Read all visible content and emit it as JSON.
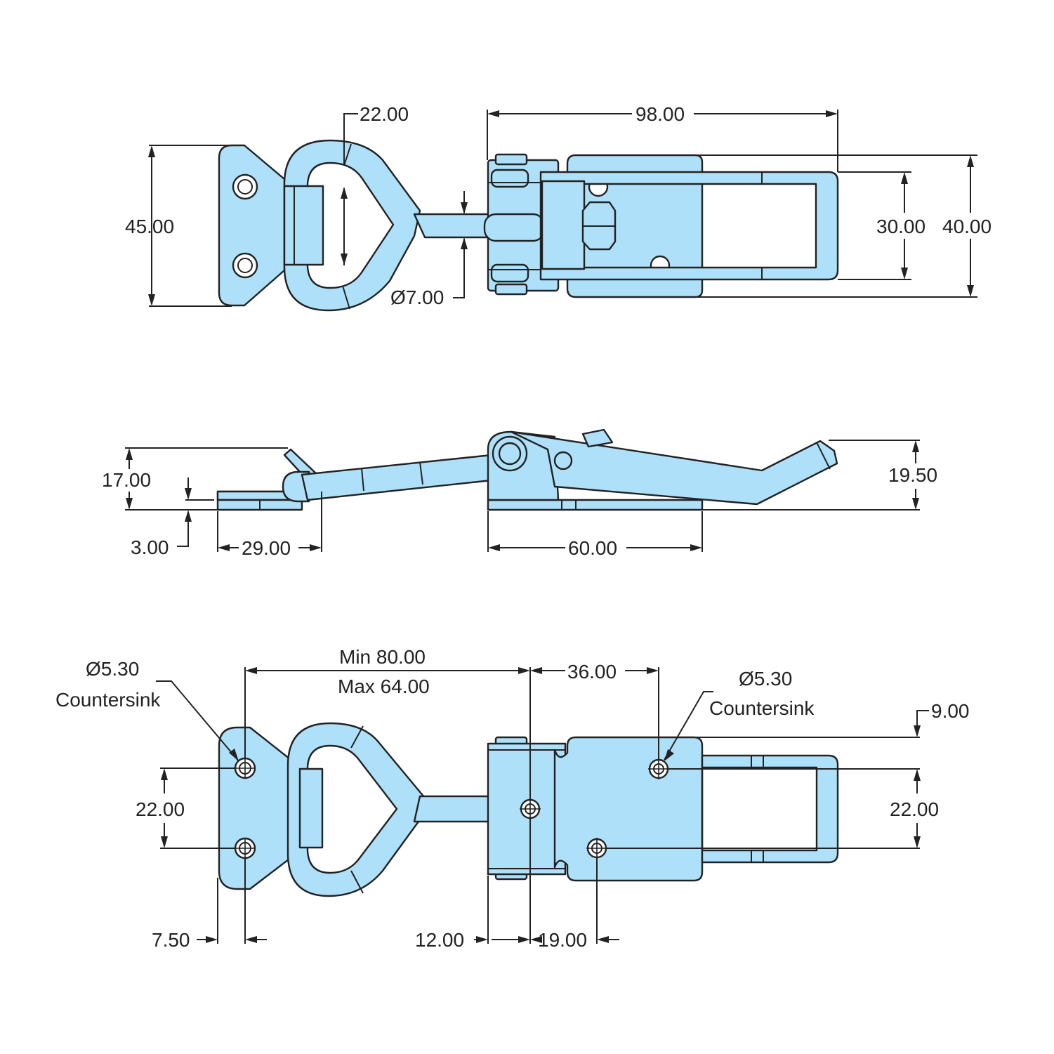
{
  "colors": {
    "part_fill": "#aee0fa",
    "line": "#222222",
    "background": "#ffffff"
  },
  "top_view": {
    "dims": {
      "width_45": "45.00",
      "loop_22": "22.00",
      "rod_dia": "Ø7.00",
      "length_98": "98.00",
      "inner_30": "30.00",
      "outer_40": "40.00"
    }
  },
  "side_view": {
    "dims": {
      "height_17": "17.00",
      "thickness_3": "3.00",
      "plate_29": "29.00",
      "base_60": "60.00",
      "lever_19_5": "19.50"
    }
  },
  "bottom_view": {
    "dims": {
      "hole_left_dia": "Ø5.30",
      "hole_left_note": "Countersink",
      "range_min": "Min 80.00",
      "range_max": "Max 64.00",
      "spacing_36": "36.00",
      "hole_right_dia": "Ø5.30",
      "hole_right_note": "Countersink",
      "offset_9": "9.00",
      "pitch_left_22": "22.00",
      "pitch_right_22": "22.00",
      "edge_7_5": "7.50",
      "edge_12": "12.00",
      "offset_19": "19.00"
    }
  }
}
